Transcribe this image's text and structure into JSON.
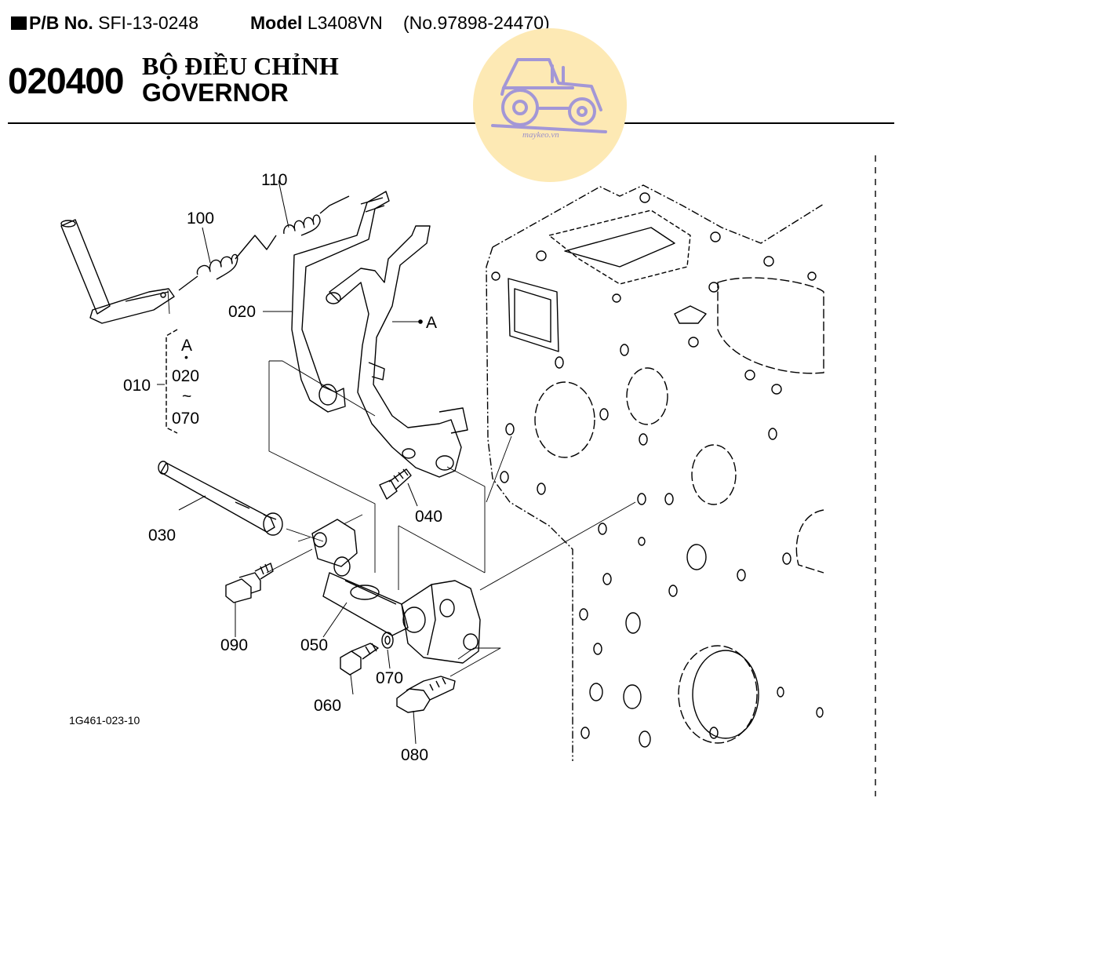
{
  "header": {
    "pb_label": "P/B No.",
    "pb_value": "SFI-13-0248",
    "model_label": "Model",
    "model_value": "L3408VN",
    "serial": "(No.97898-24470)"
  },
  "section": {
    "code": "020400",
    "title_vi": "BỘ ĐIỀU CHỈNH",
    "title_en": "GOVERNOR"
  },
  "watermark": {
    "text": "maykeo.vn",
    "color": "#fde9b4"
  },
  "callouts": {
    "p010": "010",
    "p020": "020",
    "p030": "030",
    "p040": "040",
    "p050": "050",
    "p060": "060",
    "p070": "070",
    "p080": "080",
    "p090": "090",
    "p100": "100",
    "p110": "110",
    "mark_a": "A"
  },
  "group_010": {
    "top": "A",
    "dot": "•",
    "from": "020",
    "tilde": "~",
    "to": "070"
  },
  "drawing_ref": "1G461-023-10"
}
